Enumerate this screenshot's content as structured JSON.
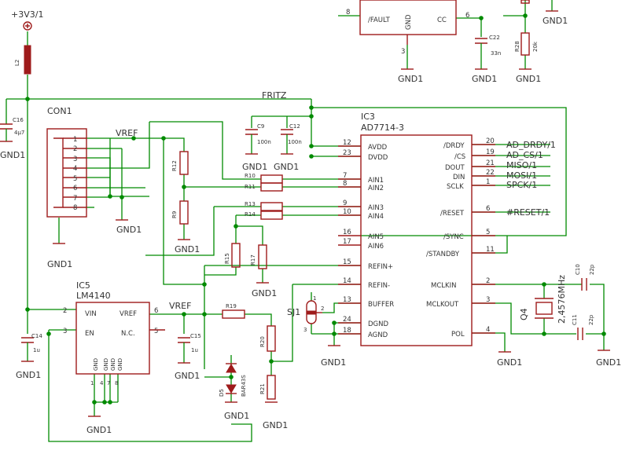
{
  "net_labels": {
    "v3": "+3V3/1",
    "fritz": "FRITZ",
    "vref1": "VREF",
    "vref2": "VREF"
  },
  "gnd": "GND1",
  "con1": {
    "name": "CON1",
    "pins": [
      "1",
      "2",
      "3",
      "4",
      "5",
      "6",
      "7",
      "8"
    ]
  },
  "ic3": {
    "name": "IC3",
    "part": "AD7714-3",
    "left_pins": [
      {
        "num": "12",
        "name": "AVDD"
      },
      {
        "num": "23",
        "name": "DVDD"
      },
      {
        "num": "7",
        "name": "AIN1"
      },
      {
        "num": "8",
        "name": "AIN2"
      },
      {
        "num": "9",
        "name": "AIN3"
      },
      {
        "num": "10",
        "name": "AIN4"
      },
      {
        "num": "16",
        "name": "AIN5"
      },
      {
        "num": "17",
        "name": "AIN6"
      },
      {
        "num": "15",
        "name": "REFIN+"
      },
      {
        "num": "14",
        "name": "REFIN-"
      },
      {
        "num": "13",
        "name": "BUFFER"
      },
      {
        "num": "24",
        "name": "DGND"
      },
      {
        "num": "18",
        "name": "AGND"
      }
    ],
    "right_pins": [
      {
        "num": "20",
        "name": "/DRDY",
        "net": "AD_DRDY/1"
      },
      {
        "num": "19",
        "name": "/CS",
        "net": "AD_CS/1"
      },
      {
        "num": "21",
        "name": "DOUT",
        "net": "MISO/1"
      },
      {
        "num": "22",
        "name": "DIN",
        "net": "MOSI/1"
      },
      {
        "num": "1",
        "name": "SCLK",
        "net": "SPCK/1"
      },
      {
        "num": "6",
        "name": "/RESET",
        "net": "#RESET/1"
      },
      {
        "num": "5",
        "name": "/SYNC",
        "net": ""
      },
      {
        "num": "11",
        "name": "/STANDBY",
        "net": ""
      },
      {
        "num": "2",
        "name": "MCLKIN",
        "net": ""
      },
      {
        "num": "3",
        "name": "MCLKOUT",
        "net": ""
      },
      {
        "num": "4",
        "name": "POL",
        "net": ""
      }
    ]
  },
  "ic5": {
    "name": "IC5",
    "part": "LM4140",
    "pins": {
      "vin": "VIN",
      "vref": "VREF",
      "en": "EN",
      "nc": "N.C.",
      "gnd": "GND"
    },
    "pin_nums": {
      "vin": "2",
      "vref": "6",
      "en": "3",
      "nc": "5",
      "g1": "1",
      "g2": "4",
      "g3": "7",
      "g4": "8"
    }
  },
  "top_chip": {
    "fault": "/FAULT",
    "gnd": "GND",
    "cc": "CC",
    "pin_fault": "8",
    "pin_cc": "6",
    "pin_gnd": "3"
  },
  "parts": {
    "L2": "L2",
    "C16": "C16",
    "C16v": "4µ7",
    "C9": "C9",
    "C9v": "100n",
    "C12": "C12",
    "C12v": "100n",
    "C22": "C22",
    "C22v": "33n",
    "R28": "R28",
    "R28v": "20k",
    "C14": "C14",
    "C14v": "1u",
    "C15": "C15",
    "C15v": "1u",
    "R12": "R12",
    "R9": "R9",
    "R10": "R10",
    "R11": "R11",
    "R13": "R13",
    "R14": "R14",
    "R15": "R15",
    "R17": "R17",
    "R19": "R19",
    "R20": "R20",
    "R21": "R21",
    "D5": "D5",
    "D5v": "BAR43S",
    "SJ1": "SJ1",
    "sj_p1": "1",
    "sj_p2": "2",
    "sj_p3": "3",
    "Q4": "Q4",
    "Q4v": "2,4576MHz",
    "C10": "C10",
    "C10v": "22p",
    "C11": "C11",
    "C11v": "22p"
  }
}
